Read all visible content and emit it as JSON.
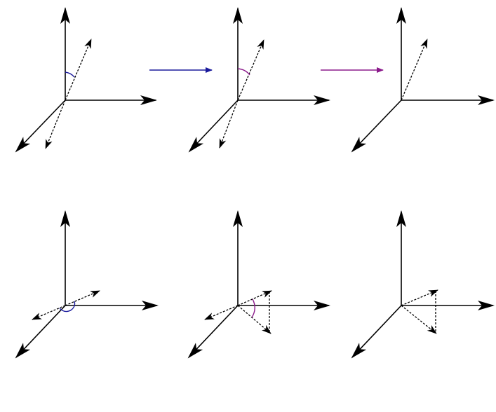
{
  "colors": {
    "axis": "#000000",
    "blue": "#1a1a9c",
    "purple": "#8b1a8b"
  },
  "panels": [
    {
      "id": "top-1",
      "row": 1,
      "col": 1,
      "elements": [
        "3d-axes",
        "dashed-vector-pair",
        "angle-arc-blue"
      ]
    },
    {
      "id": "top-2",
      "row": 1,
      "col": 2,
      "elements": [
        "3d-axes",
        "dashed-vector-pair",
        "angle-arc-purple"
      ]
    },
    {
      "id": "top-3",
      "row": 1,
      "col": 3,
      "elements": [
        "3d-axes",
        "dashed-vector"
      ]
    },
    {
      "id": "bottom-1",
      "row": 2,
      "col": 1,
      "elements": [
        "3d-axes",
        "dashed-vector-pair",
        "angle-arc-blue"
      ]
    },
    {
      "id": "bottom-2",
      "row": 2,
      "col": 2,
      "elements": [
        "3d-axes",
        "dashed-vector-pair",
        "angle-arc-purple",
        "dashed-connector"
      ]
    },
    {
      "id": "bottom-3",
      "row": 2,
      "col": 3,
      "elements": [
        "3d-axes",
        "dashed-vector-pair",
        "dashed-connector"
      ]
    }
  ],
  "transition_arrows": [
    {
      "id": "blue-arrow",
      "color": "blue"
    },
    {
      "id": "purple-arrow",
      "color": "purple"
    }
  ]
}
